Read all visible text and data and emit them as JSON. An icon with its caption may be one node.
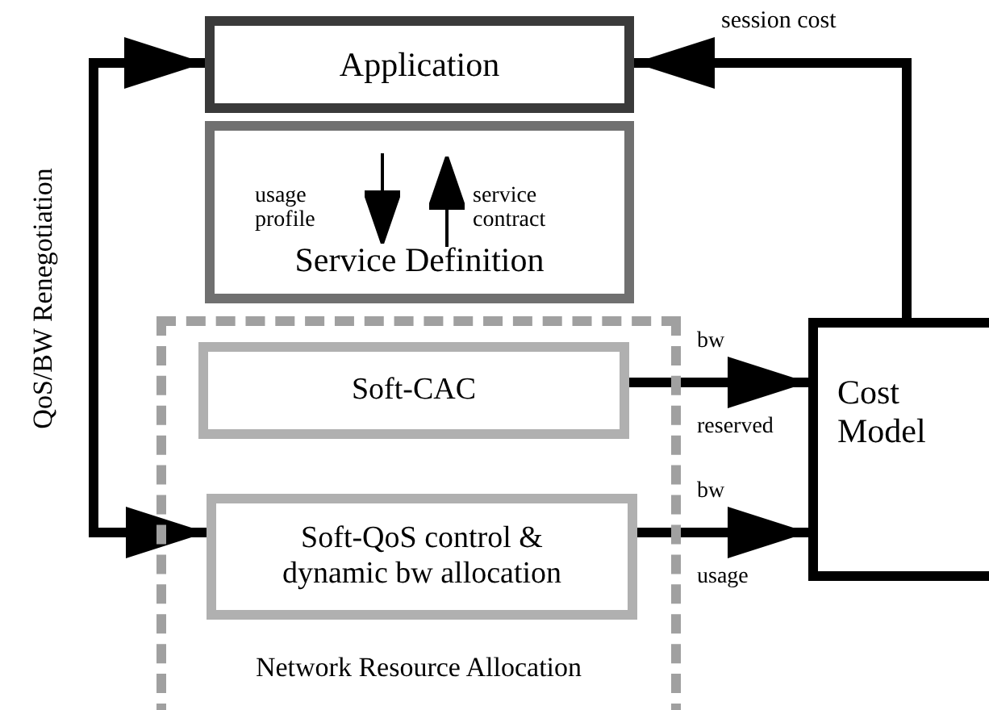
{
  "diagram": {
    "nodes": [
      {
        "text": [
          "Application"
        ]
      },
      {
        "text": [
          "usage profile",
          "service contract",
          "Service Definition"
        ]
      },
      {
        "text": [
          "Network Resource Allocation"
        ]
      },
      {
        "text": [
          "Soft-CAC"
        ],
        "in": 2
      },
      {
        "text": [
          "Soft-QoS control & dynamic bw allocation"
        ],
        "in": 2
      },
      {
        "text": [
          "Cost Model"
        ]
      }
    ],
    "edges": [
      {
        "from": 0,
        "to": 4,
        "arrow": "both",
        "label": "QoS/BW Renegotiation"
      },
      {
        "from": 5,
        "to": 0,
        "arrow": "to",
        "label": "session cost"
      },
      {
        "from": 3,
        "to": 5,
        "arrow": "to",
        "label": "bw reserved"
      },
      {
        "from": 4,
        "to": 5,
        "arrow": "to",
        "label": "bw usage"
      }
    ]
  }
}
